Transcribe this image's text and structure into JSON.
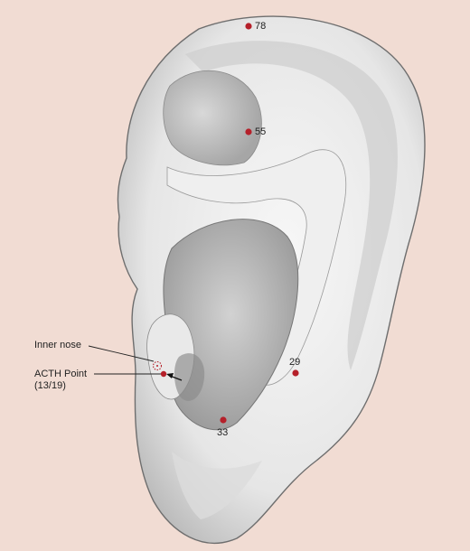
{
  "points": {
    "p78": {
      "label": "78"
    },
    "p55": {
      "label": "55"
    },
    "p29": {
      "label": "29"
    },
    "p33": {
      "label": "33"
    }
  },
  "callouts": {
    "inner_nose": "Inner nose",
    "acth_line1": "ACTH Point",
    "acth_line2": "(13/19)"
  },
  "colors": {
    "background": "#f1dcd3",
    "point": "#b5202a",
    "ear_fill": "#f4f4f4",
    "shadow": "#7a7a7a"
  },
  "icons": {
    "marker": "red-dot",
    "inner_nose_marker": "dotted-circle-icon",
    "pointer": "arrow-icon"
  }
}
